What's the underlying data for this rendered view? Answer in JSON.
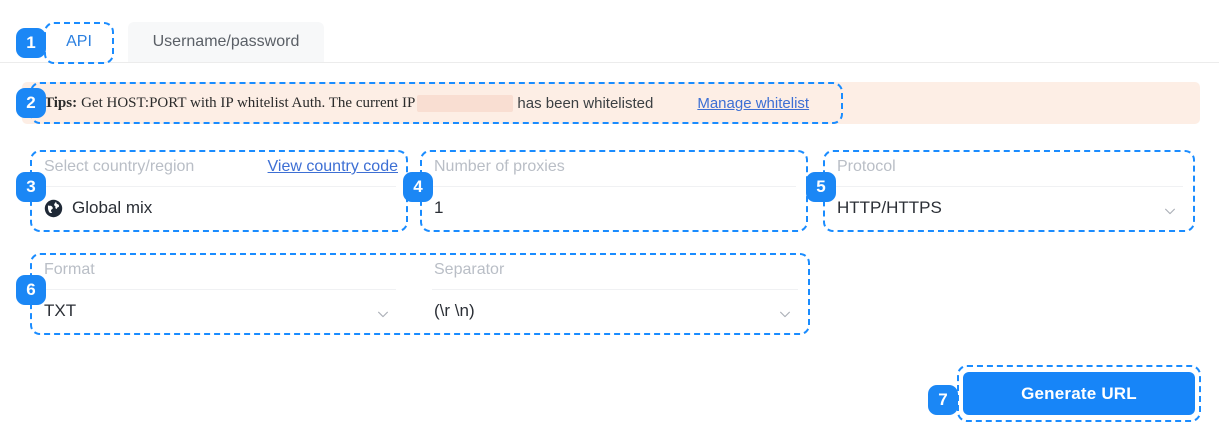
{
  "tabs": [
    {
      "id": "api",
      "label": "API",
      "active": true
    },
    {
      "id": "userpass",
      "label": "Username/password",
      "active": false
    }
  ],
  "tips": {
    "strong": "Tips:",
    "text": "Get HOST:PORT with IP whitelist Auth. The current IP",
    "redacted_ip": "",
    "tail": "has been whitelisted",
    "link": "Manage whitelist",
    "background": "#fdeee5"
  },
  "fields": {
    "country": {
      "label": "Select country/region",
      "link": "View country code",
      "value": "Global mix",
      "icon": "globe-icon"
    },
    "proxies": {
      "label": "Number of proxies",
      "value": "1"
    },
    "protocol": {
      "label": "Protocol",
      "value": "HTTP/HTTPS",
      "icon": "chevron-down-icon"
    },
    "format": {
      "label": "Format",
      "value": "TXT",
      "icon": "chevron-down-icon"
    },
    "separator": {
      "label": "Separator",
      "value": "(\\r \\n)",
      "icon": "chevron-down-icon"
    }
  },
  "actions": {
    "generate": "Generate URL"
  },
  "annotations": [
    {
      "n": "1",
      "target": "tab-api"
    },
    {
      "n": "2",
      "target": "tips-bar"
    },
    {
      "n": "3",
      "target": "country-field"
    },
    {
      "n": "4",
      "target": "proxies-field"
    },
    {
      "n": "5",
      "target": "protocol-field"
    },
    {
      "n": "6",
      "target": "format-separator-group"
    },
    {
      "n": "7",
      "target": "generate-button"
    }
  ],
  "colors": {
    "accent": "#1785f8",
    "annotation": "#1a8cff",
    "link": "#3d6fd4",
    "tips_bg": "#fdeee5",
    "label": "#b9bec6"
  }
}
